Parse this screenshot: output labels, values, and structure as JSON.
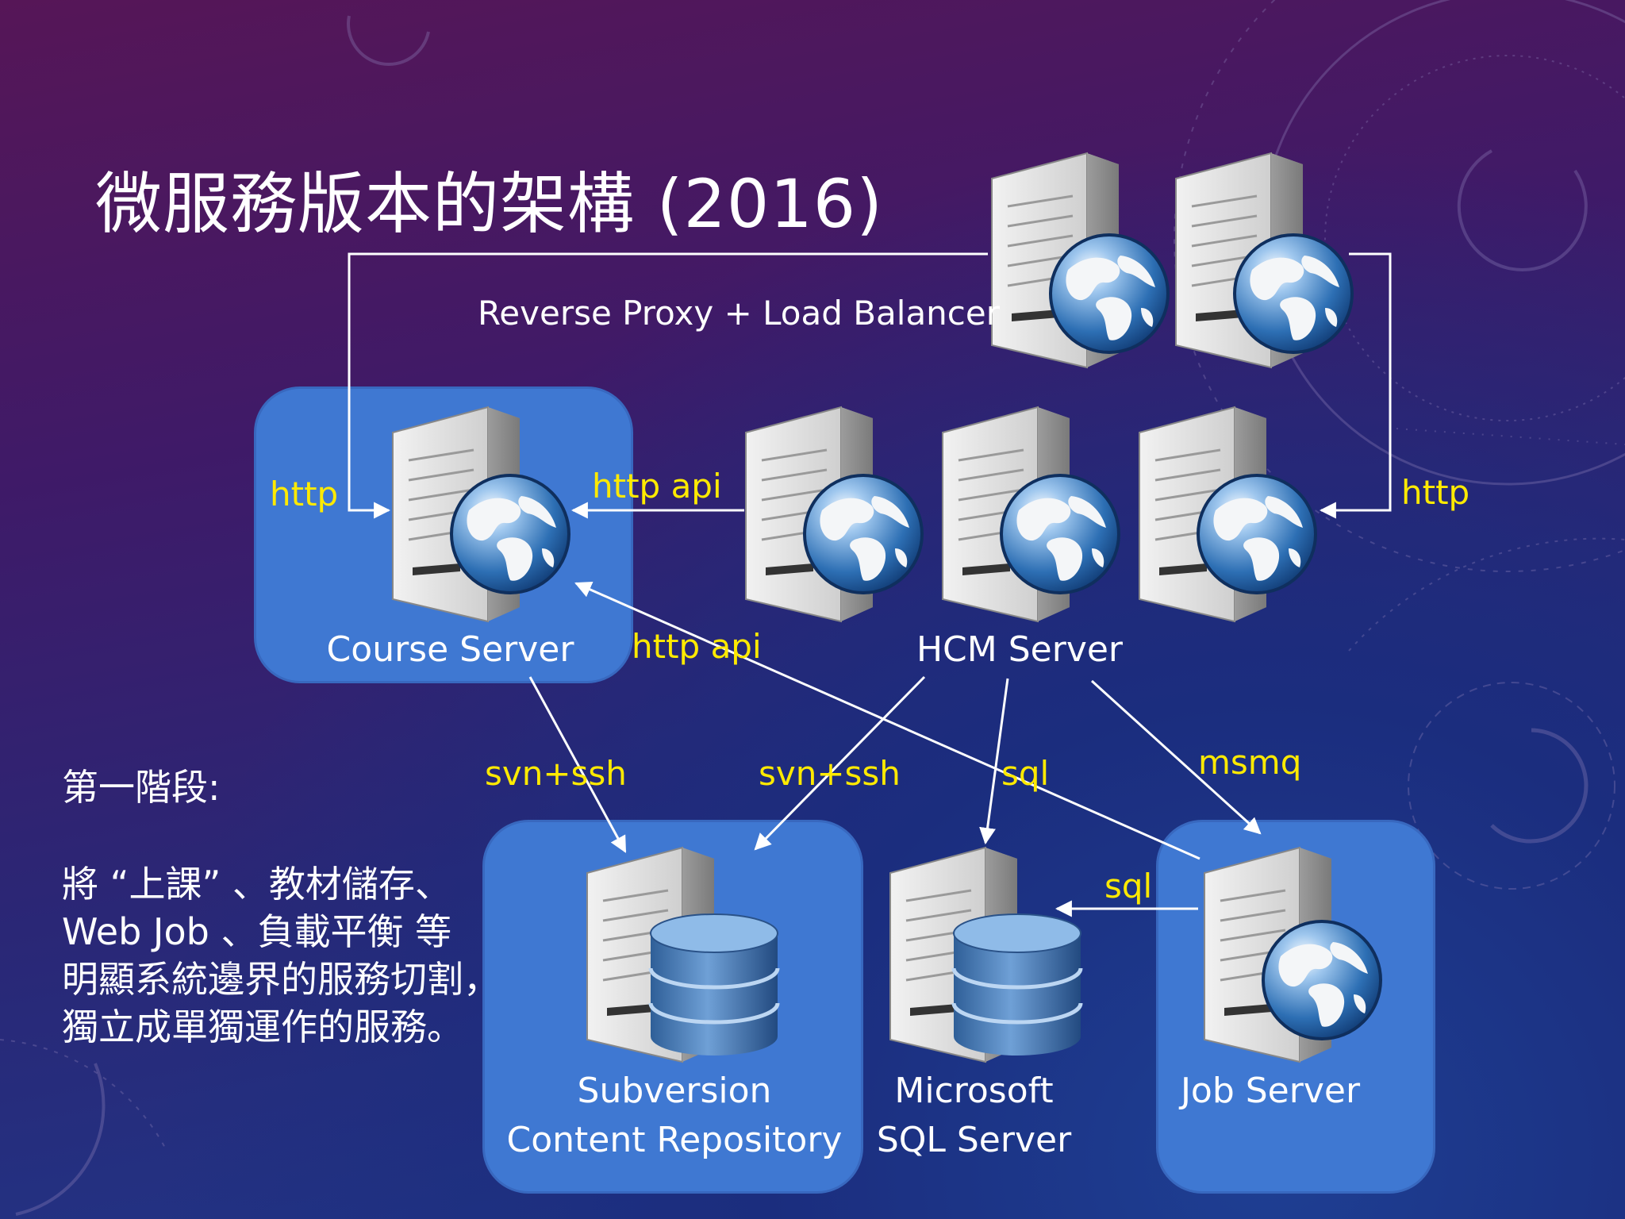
{
  "slide": {
    "title": "微服務版本的架構 (2016)"
  },
  "zones": {
    "course_server": "Course Server",
    "subversion_line1": "Subversion",
    "subversion_line2": "Content Repository",
    "mssql_line1": "Microsoft",
    "mssql_line2": "SQL Server",
    "job_server": "Job Server"
  },
  "labels": {
    "proxy": "Reverse Proxy + Load Balancer",
    "hcm_server": "HCM Server"
  },
  "protocols": {
    "http_left": "http",
    "http_right": "http",
    "http_api_top": "http api",
    "http_api_cross": "http api",
    "svn_ssh_course": "svn+ssh",
    "svn_ssh_hcm": "svn+ssh",
    "sql_hcm": "sql",
    "msmq": "msmq",
    "sql_job": "sql"
  },
  "notes": {
    "phase_heading": "第一階段:",
    "lines": [
      "將 “上課” 、教材儲存、",
      "Web Job 、負載平衡 等",
      "明顯系統邊界的服務切割，",
      "獨立成單獨運作的服務。"
    ]
  },
  "icons": {
    "web_server": "web-server-globe-icon",
    "db_server": "database-server-icon"
  },
  "colors": {
    "zone_fill": "#3f78d2",
    "protocol_text": "#ffea00",
    "arrow": "#ffffff"
  }
}
